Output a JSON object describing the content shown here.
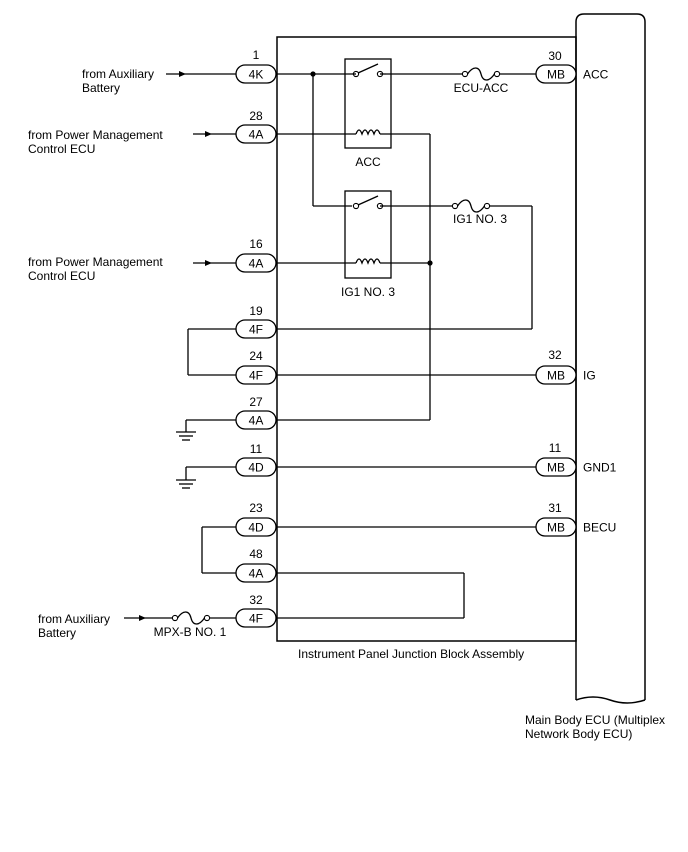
{
  "blocks": {
    "junction_block": "Instrument Panel Junction Block Assembly",
    "ecu_line1": "Main Body ECU (Multiplex",
    "ecu_line2": "Network Body ECU)"
  },
  "sources": {
    "aux_battery_1": [
      "from Auxiliary",
      "Battery"
    ],
    "pwr_mgmt_1": [
      "from Power Management",
      "Control ECU"
    ],
    "pwr_mgmt_2": [
      "from Power Management",
      "Control ECU"
    ],
    "aux_battery_2": [
      "from Auxiliary",
      "Battery"
    ]
  },
  "relays": {
    "acc": "ACC",
    "ig1": "IG1 NO. 3"
  },
  "fuses": {
    "ecu_acc": "ECU-ACC",
    "ig1": "IG1 NO. 3",
    "mpxb": "MPX-B NO. 1"
  },
  "left_connectors": [
    {
      "pin": "1",
      "code": "4K"
    },
    {
      "pin": "28",
      "code": "4A"
    },
    {
      "pin": "16",
      "code": "4A"
    },
    {
      "pin": "19",
      "code": "4F"
    },
    {
      "pin": "24",
      "code": "4F"
    },
    {
      "pin": "27",
      "code": "4A"
    },
    {
      "pin": "11",
      "code": "4D"
    },
    {
      "pin": "23",
      "code": "4D"
    },
    {
      "pin": "48",
      "code": "4A"
    },
    {
      "pin": "32",
      "code": "4F"
    }
  ],
  "right_connectors": [
    {
      "pin": "30",
      "code": "MB",
      "signal": "ACC"
    },
    {
      "pin": "32",
      "code": "MB",
      "signal": "IG"
    },
    {
      "pin": "11",
      "code": "MB",
      "signal": "GND1"
    },
    {
      "pin": "31",
      "code": "MB",
      "signal": "BECU"
    }
  ]
}
